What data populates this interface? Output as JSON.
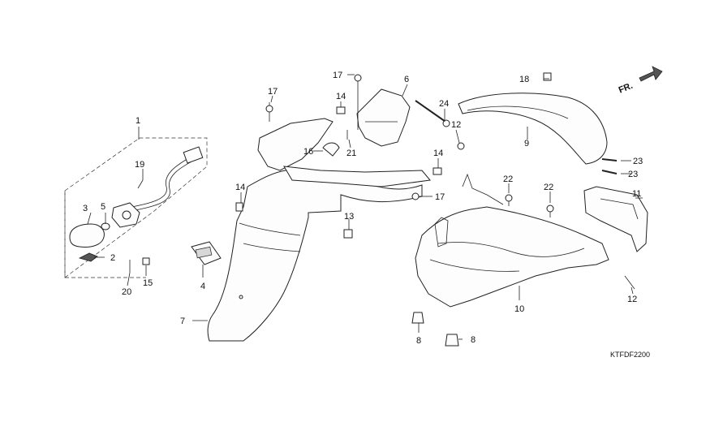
{
  "diagram_code": "KTFDF2200",
  "direction_label": "FR.",
  "callouts": {
    "c1": "1",
    "c2": "2",
    "c3": "3",
    "c4": "4",
    "c5": "5",
    "c6": "6",
    "c7": "7",
    "c8a": "8",
    "c8b": "8",
    "c9": "9",
    "c10": "10",
    "c11": "11",
    "c12a": "12",
    "c12b": "12",
    "c13": "13",
    "c14a": "14",
    "c14b": "14",
    "c14c": "14",
    "c15": "15",
    "c16": "16",
    "c17a": "17",
    "c17b": "17",
    "c17c": "17",
    "c18": "18",
    "c19": "19",
    "c20": "20",
    "c21": "21",
    "c22a": "22",
    "c22b": "22",
    "c23a": "23",
    "c23b": "23",
    "c24": "24"
  }
}
